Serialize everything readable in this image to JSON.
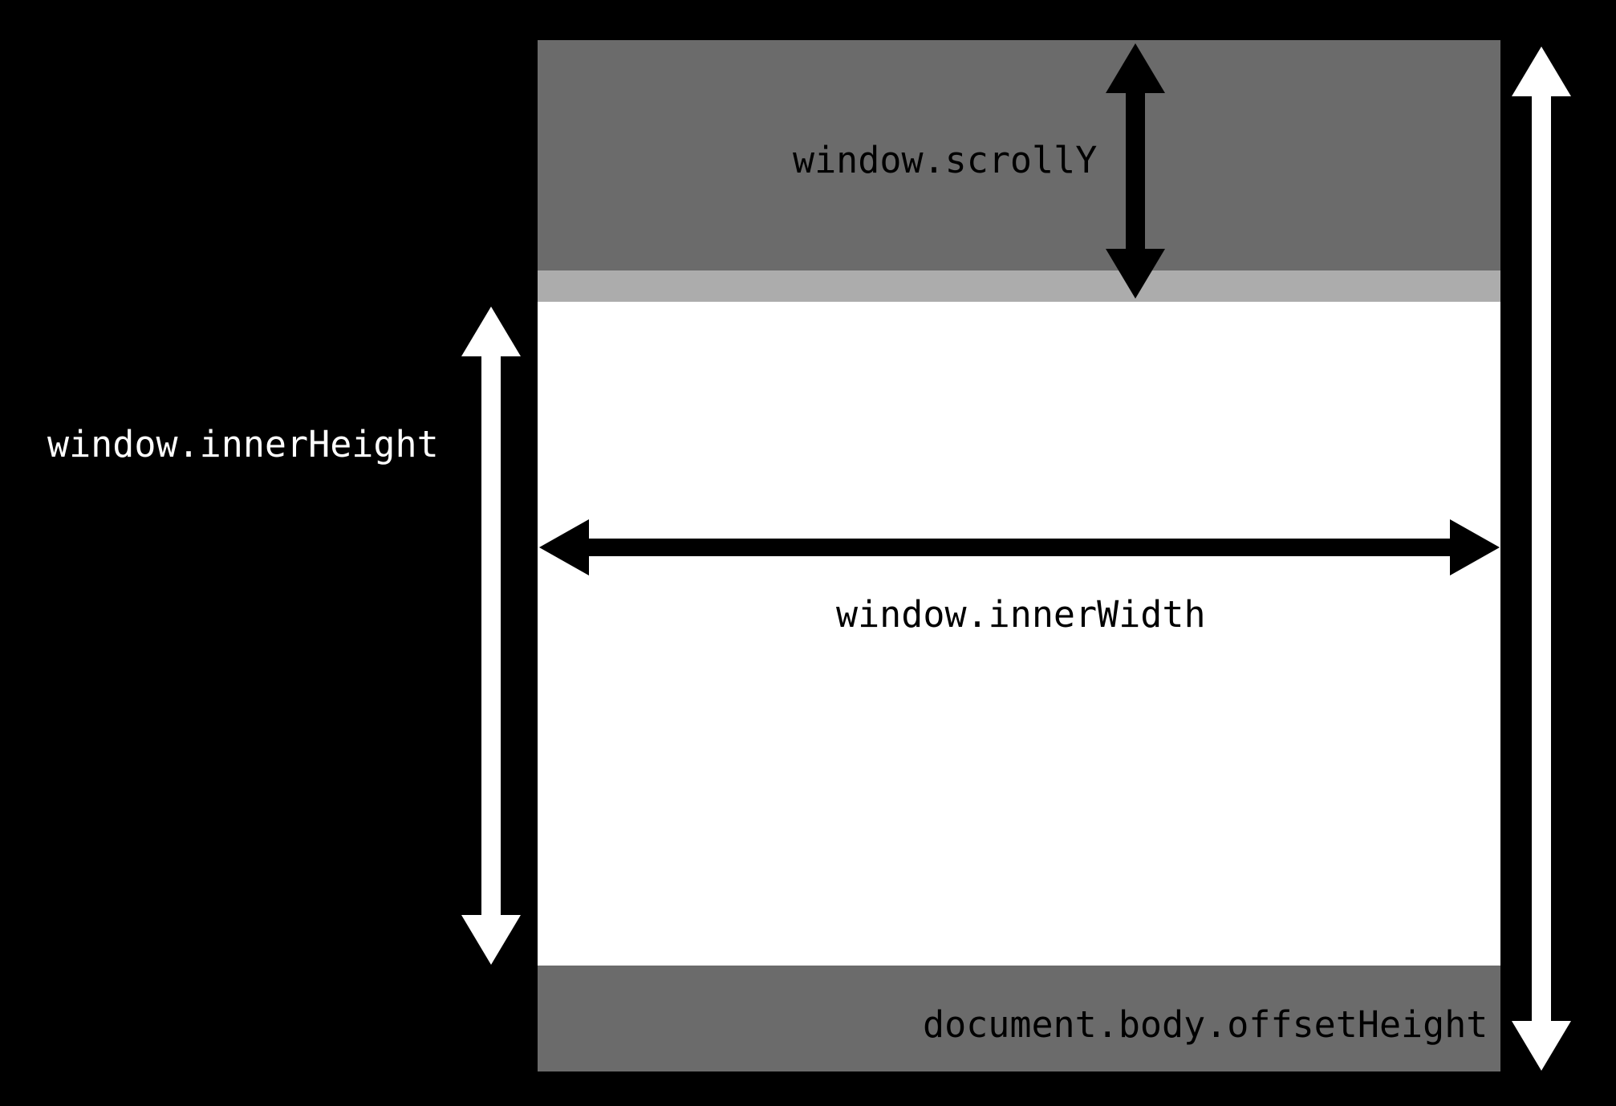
{
  "labels": {
    "scroll_y": "window.scrollY",
    "inner_height": "window.innerHeight",
    "inner_width": "window.innerWidth",
    "offset_height": "document.body.offsetHeight"
  },
  "colors": {
    "background": "#000000",
    "region_scrolled_past": "#6b6b6b",
    "region_strip": "#acacac",
    "region_viewport": "#ffffff",
    "region_below": "#6b6b6b",
    "arrow_dark": "#000000",
    "arrow_light": "#ffffff",
    "text_dark": "#000000",
    "text_light": "#ffffff"
  }
}
